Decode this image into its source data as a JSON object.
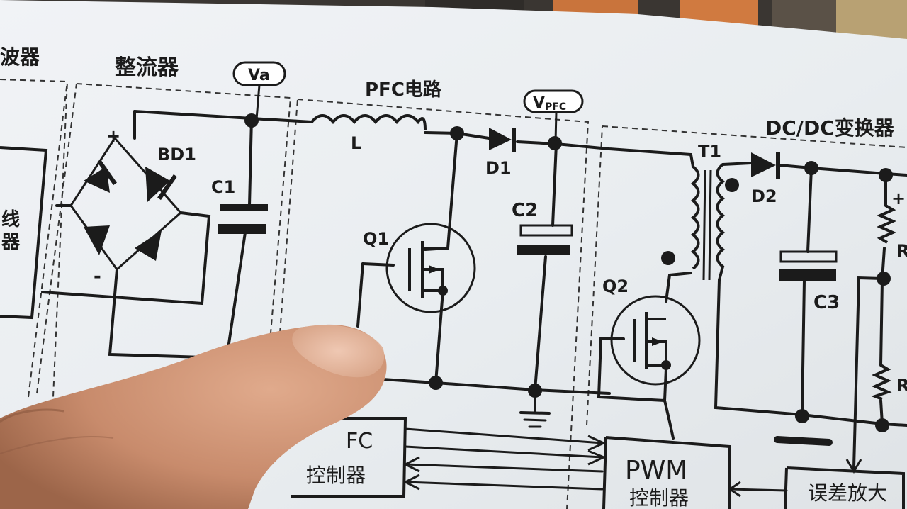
{
  "sections": {
    "filter_partial": "波器",
    "rectifier": "整流器",
    "pfc": "PFC电路",
    "dcdc": "DC/DC变换器"
  },
  "nodes": {
    "va": "Va",
    "vpfc_main": "V",
    "vpfc_sub": "PFC"
  },
  "components": {
    "bd1": "BD1",
    "plus": "+",
    "minus": "-",
    "c1": "C1",
    "l": "L",
    "d1": "D1",
    "c2": "C2",
    "q1": "Q1",
    "t1": "T1",
    "d2": "D2",
    "q2": "Q2",
    "c3": "C3",
    "out_plus": "+",
    "r_top": "R",
    "r_bot": "R"
  },
  "left_block": {
    "line1": "线",
    "line2": "器"
  },
  "blocks": {
    "pfc_ctrl_top": "FC",
    "pfc_ctrl_bottom": "控制器",
    "pwm_top": "PWM",
    "pwm_bottom": "控制器",
    "err_amp": "误差放大"
  },
  "colors": {
    "paper": "#eceff2",
    "ink": "#1b1b1b",
    "skin": "#c88b6c",
    "background": "#2a2a2a"
  }
}
